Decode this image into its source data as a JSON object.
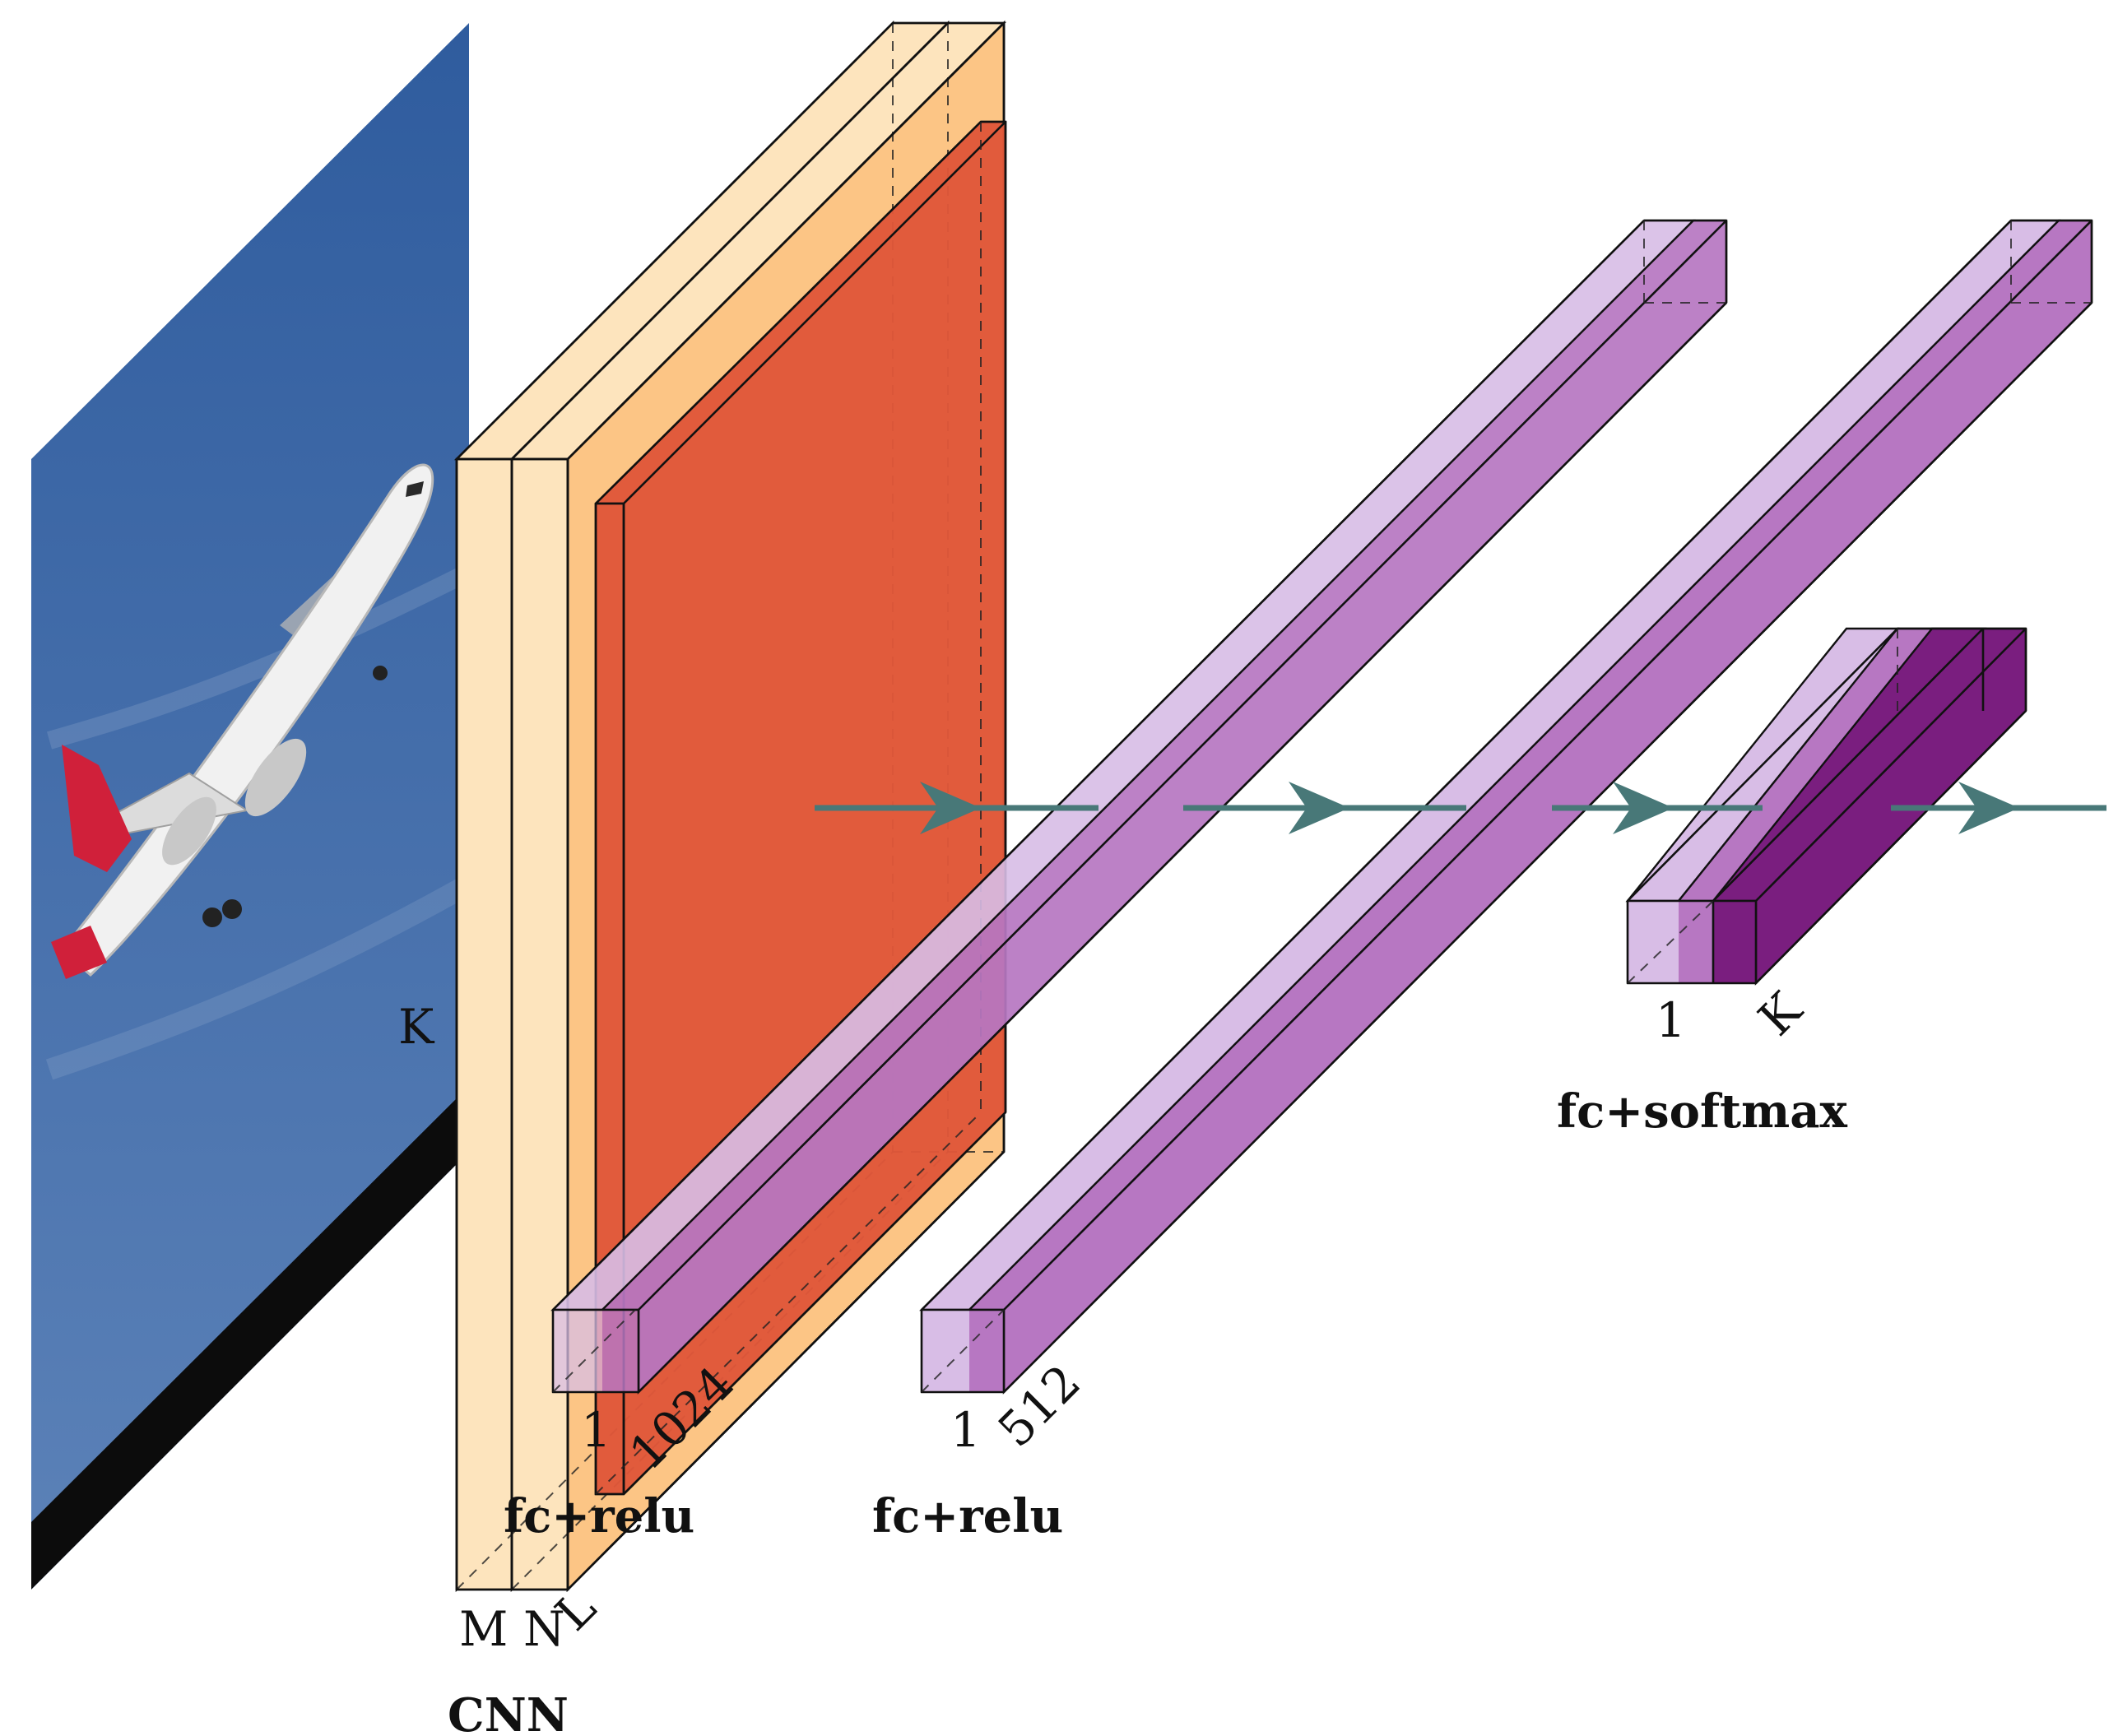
{
  "colors": {
    "sky_top": "#2f5c9e",
    "sky_bottom": "#5c82b8",
    "cnn_light": "#fde4bd",
    "cnn_mid": "#fcc585",
    "feature_map": "#e0573a",
    "fc_light": "#d8bde6",
    "fc_mid": "#b777c2",
    "softmax_dark": "#7a1e7f",
    "arrow": "#487878"
  },
  "icons": {
    "input_image": "airplane-photo",
    "flow_arrow": "arrow-right-icon"
  },
  "labels": {
    "k_image": "K",
    "m": "M",
    "n": "N",
    "l": "L",
    "cnn": "CNN",
    "fc1_one": "1",
    "fc1_dim": "1024",
    "fc1_name": "fc+relu",
    "fc2_one": "1",
    "fc2_dim": "512",
    "fc2_name": "fc+relu",
    "sm_one": "1",
    "sm_dim": "K",
    "sm_name": "fc+softmax"
  }
}
